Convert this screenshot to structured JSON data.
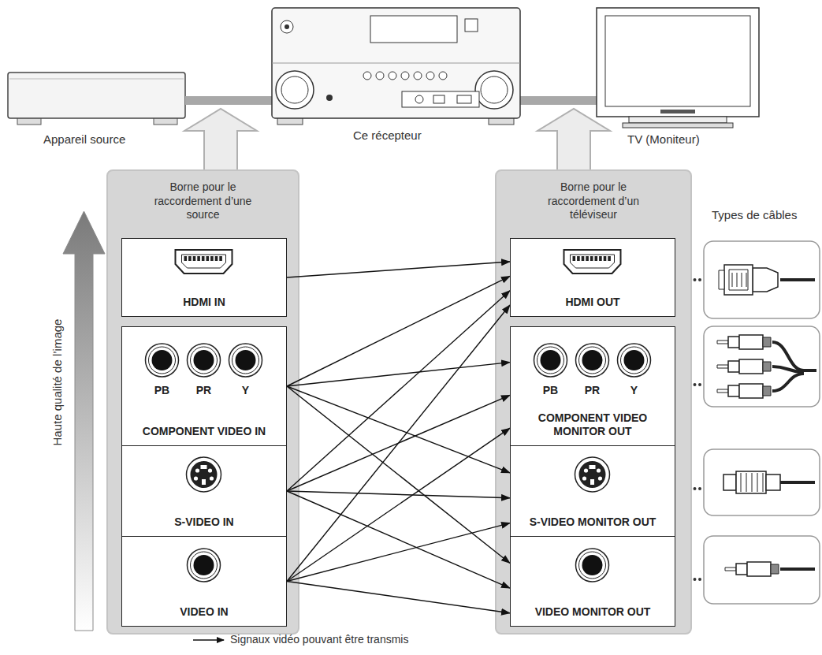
{
  "diagram": {
    "nodes": [
      {
        "text": [
          "Borne pour le raccordement d’une source"
        ]
      },
      {
        "text": [
          "HDMI IN"
        ],
        "in": 0
      },
      {
        "text": [
          "PB",
          "PR",
          "Y",
          "COMPONENT VIDEO IN"
        ],
        "in": 0
      },
      {
        "text": [
          "S-VIDEO IN"
        ],
        "in": 0
      },
      {
        "text": [
          "VIDEO IN"
        ],
        "in": 0
      },
      {
        "text": [
          "Borne pour le raccordement d’un téléviseur"
        ]
      },
      {
        "text": [
          "HDMI OUT"
        ],
        "in": 5
      },
      {
        "text": [
          "PB",
          "PR",
          "Y",
          "COMPONENT VIDEO MONITOR OUT"
        ],
        "in": 5
      },
      {
        "text": [
          "S-VIDEO MONITOR OUT"
        ],
        "in": 5
      },
      {
        "text": [
          "VIDEO MONITOR OUT"
        ],
        "in": 5
      }
    ],
    "edges": [
      {
        "from": 1,
        "to": 6,
        "arrow": "to"
      },
      {
        "from": 2,
        "to": 6,
        "arrow": "to"
      },
      {
        "from": 2,
        "to": 7,
        "arrow": "to"
      },
      {
        "from": 2,
        "to": 8,
        "arrow": "to"
      },
      {
        "from": 2,
        "to": 9,
        "arrow": "to"
      },
      {
        "from": 3,
        "to": 6,
        "arrow": "to"
      },
      {
        "from": 3,
        "to": 7,
        "arrow": "to"
      },
      {
        "from": 3,
        "to": 8,
        "arrow": "to"
      },
      {
        "from": 3,
        "to": 9,
        "arrow": "to"
      },
      {
        "from": 4,
        "to": 6,
        "arrow": "to"
      },
      {
        "from": 4,
        "to": 7,
        "arrow": "to"
      },
      {
        "from": 4,
        "to": 8,
        "arrow": "to"
      },
      {
        "from": 4,
        "to": 9,
        "arrow": "to"
      }
    ],
    "labels": [
      "Appareil source",
      "Ce récepteur",
      "TV (Moniteur)",
      "Types de câbles",
      "Haute qualité de l’image"
    ],
    "legend": [
      {
        "text": "Signaux vidéo pouvant être transmis"
      }
    ]
  }
}
